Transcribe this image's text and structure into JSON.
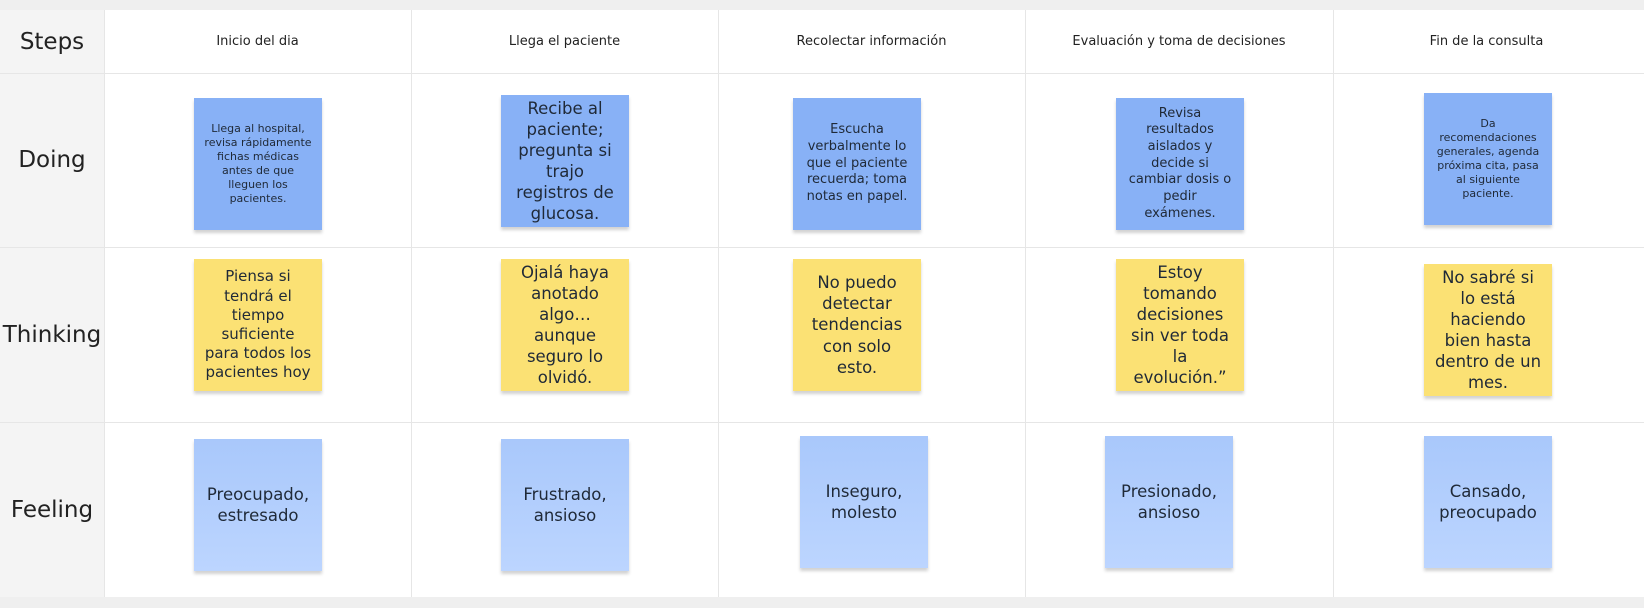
{
  "rows": {
    "steps": "Steps",
    "doing": "Doing",
    "thinking": "Thinking",
    "feeling": "Feeling"
  },
  "steps": [
    "Inicio del dia",
    "Llega el paciente",
    "Recolectar información",
    "Evaluación y toma de decisiones",
    "Fin de la consulta"
  ],
  "doing": [
    "Llega al hospital, revisa rápidamente fichas médicas antes de que lleguen los pacientes.",
    "Recibe al paciente; pregunta si trajo registros de glucosa.",
    "Escucha verbalmente lo que el paciente recuerda; toma notas en papel.",
    "Revisa resultados aislados y decide si cambiar dosis o pedir exámenes.",
    "Da recomendaciones generales, agenda próxima cita, pasa al siguiente paciente."
  ],
  "thinking": [
    "Piensa si tendrá el tiempo suficiente para todos los pacientes hoy",
    "Ojalá haya anotado algo… aunque seguro lo olvidó.",
    "No puedo detectar tendencias con solo esto.",
    "Estoy tomando decisiones sin ver toda la evolución.”",
    "No sabré si lo está haciendo bien hasta dentro de un mes."
  ],
  "feeling": [
    "Preocupado, estresado",
    "Frustrado, ansioso",
    "Inseguro, molesto",
    "Presionado, ansioso",
    "Cansado, preocupado"
  ],
  "colors": {
    "doing_note": "#88b1f6",
    "thinking_note": "#fbe174",
    "feeling_note": "#b3cffc"
  }
}
